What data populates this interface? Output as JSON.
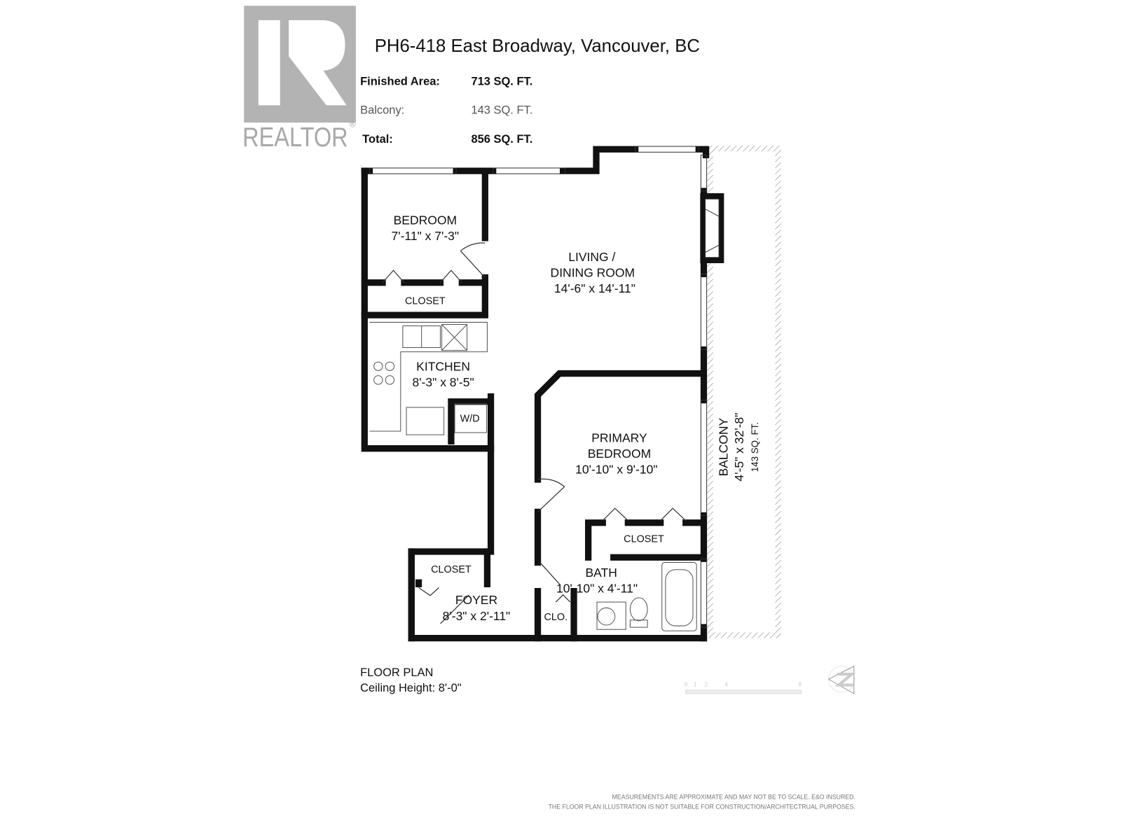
{
  "logo": {
    "text": "REALTOR",
    "mark": "®"
  },
  "header": {
    "title": "PH6-418 East Broadway, Vancouver, BC",
    "areas": [
      {
        "label": "Finished Area:",
        "value": "713 SQ. FT."
      },
      {
        "label": "Balcony:",
        "value": "143 SQ. FT."
      },
      {
        "label": "Total:",
        "value": "856 SQ. FT."
      }
    ]
  },
  "rooms": {
    "bedroom": {
      "name": "BEDROOM",
      "size": "7'-11\" x 7'-3\""
    },
    "bedroom_closet": "CLOSET",
    "living": {
      "name1": "LIVING /",
      "name2": "DINING ROOM",
      "size": "14'-6\" x  14'-11\""
    },
    "kitchen": {
      "name": "KITCHEN",
      "size": "8'-3\" x 8'-5\""
    },
    "wd": "W/D",
    "primary": {
      "name1": "PRIMARY",
      "name2": "BEDROOM",
      "size": "10'-10\" x 9'-10\""
    },
    "primary_closet": "CLOSET",
    "bath": {
      "name": "BATH",
      "size": "10'-10\" x 4'-11\""
    },
    "clo": "CLO.",
    "foyer_closet": "CLOSET",
    "foyer": {
      "name": "FOYER",
      "size": "8'-3\" x 2'-11\""
    },
    "balcony": {
      "name": "BALCONY",
      "size": "4'-5\" x 32'-8\"",
      "area": "143 SQ. FT."
    }
  },
  "footer": {
    "plan_label": "FLOOR PLAN",
    "ceiling": "Ceiling Height: 8'-0\"",
    "scale_ticks": [
      "0",
      "1",
      "2",
      "4",
      "8"
    ],
    "disclaimer1": "MEASUREMENTS ARE APPROXIMATE AND MAY NOT BE TO SCALE. E&O INSURED.",
    "disclaimer2": "THE FLOOR PLAN ILLUSTRATION IS NOT SUITABLE FOR CONSTRUCTION/ARCHITECTRUAL PURPOSES."
  }
}
